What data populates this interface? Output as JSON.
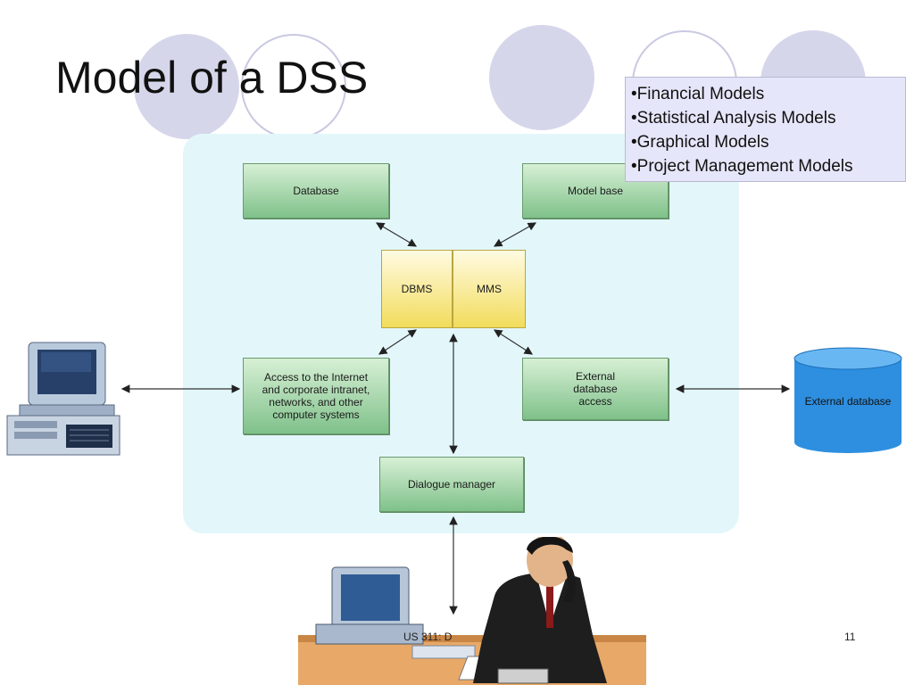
{
  "slide": {
    "title": "Model of a DSS",
    "model_types": [
      "•Financial Models",
      "•Statistical Analysis Models",
      "•Graphical Models",
      "•Project Management Models"
    ],
    "page_number": "11",
    "footer_fragment": "US 311: D"
  },
  "diagram": {
    "database": "Database",
    "model_base": "Model base",
    "dbms": "DBMS",
    "mms": "MMS",
    "access_internet": "Access to the Internet and corporate intranet, networks, and other computer systems",
    "external_access": "External database access",
    "dialogue_manager": "Dialogue manager",
    "external_database": "External database"
  },
  "colors": {
    "panel": "#e3f7fb",
    "green_box_top": "#d7f0d5",
    "green_box_bottom": "#7fc18a",
    "yellow_box": "#f2dc5c",
    "database_cylinder": "#2e8fe0",
    "decor_circle": "#d6d6eb",
    "model_box": "#e6e6fa"
  }
}
